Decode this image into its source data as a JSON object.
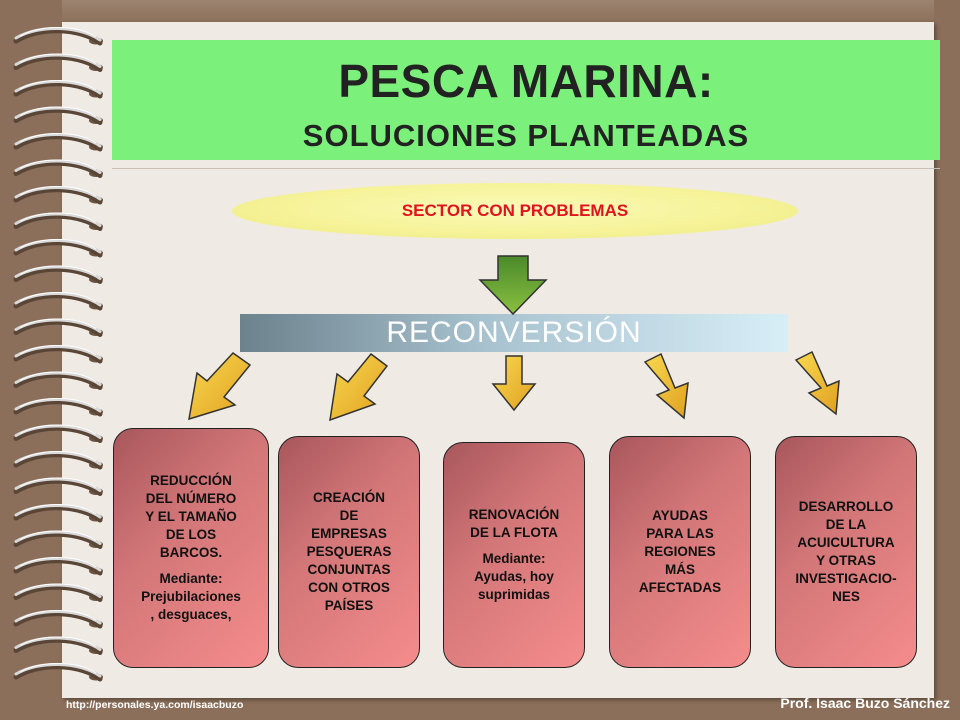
{
  "title": {
    "main": "PESCA MARINA:",
    "sub": "SOLUCIONES PLANTEADAS"
  },
  "top_node": "SECTOR CON PROBLEMAS",
  "center_node": "RECONVERSIÓN",
  "cards": [
    {
      "lines": [
        "REDUCCIÓN",
        "DEL NÚMERO",
        "Y EL TAMAÑO",
        "DE LOS",
        "BARCOS.",
        "",
        "Mediante:",
        "Prejubilaciones",
        ", desguaces,"
      ]
    },
    {
      "lines": [
        "CREACIÓN",
        "DE",
        "EMPRESAS",
        "PESQUERAS",
        "CONJUNTAS",
        "CON OTROS",
        "PAÍSES"
      ]
    },
    {
      "lines": [
        "RENOVACIÓN",
        "DE LA FLOTA",
        "",
        "Mediante:",
        "Ayudas, hoy",
        "suprimidas"
      ]
    },
    {
      "lines": [
        "AYUDAS",
        "PARA LAS",
        "REGIONES",
        "MÁS",
        "AFECTADAS"
      ]
    },
    {
      "lines": [
        "DESARROLLO",
        "DE LA",
        "ACUICULTURA",
        "Y OTRAS",
        "INVESTIGACIO-",
        "NES"
      ]
    }
  ],
  "footer": {
    "url": "http://personales.ya.com/isaacbuzo",
    "author": "Prof. Isaac Buzo Sánchez"
  },
  "colors": {
    "title_bg": "#7bf07a",
    "ellipse_text": "#e0141e",
    "arrow_fill": "#f0c030",
    "card_fill": "#f58c8c",
    "center_arrow": "#6ea030"
  },
  "icons": [
    "down-arrow-icon",
    "diagonal-arrow-icon"
  ]
}
